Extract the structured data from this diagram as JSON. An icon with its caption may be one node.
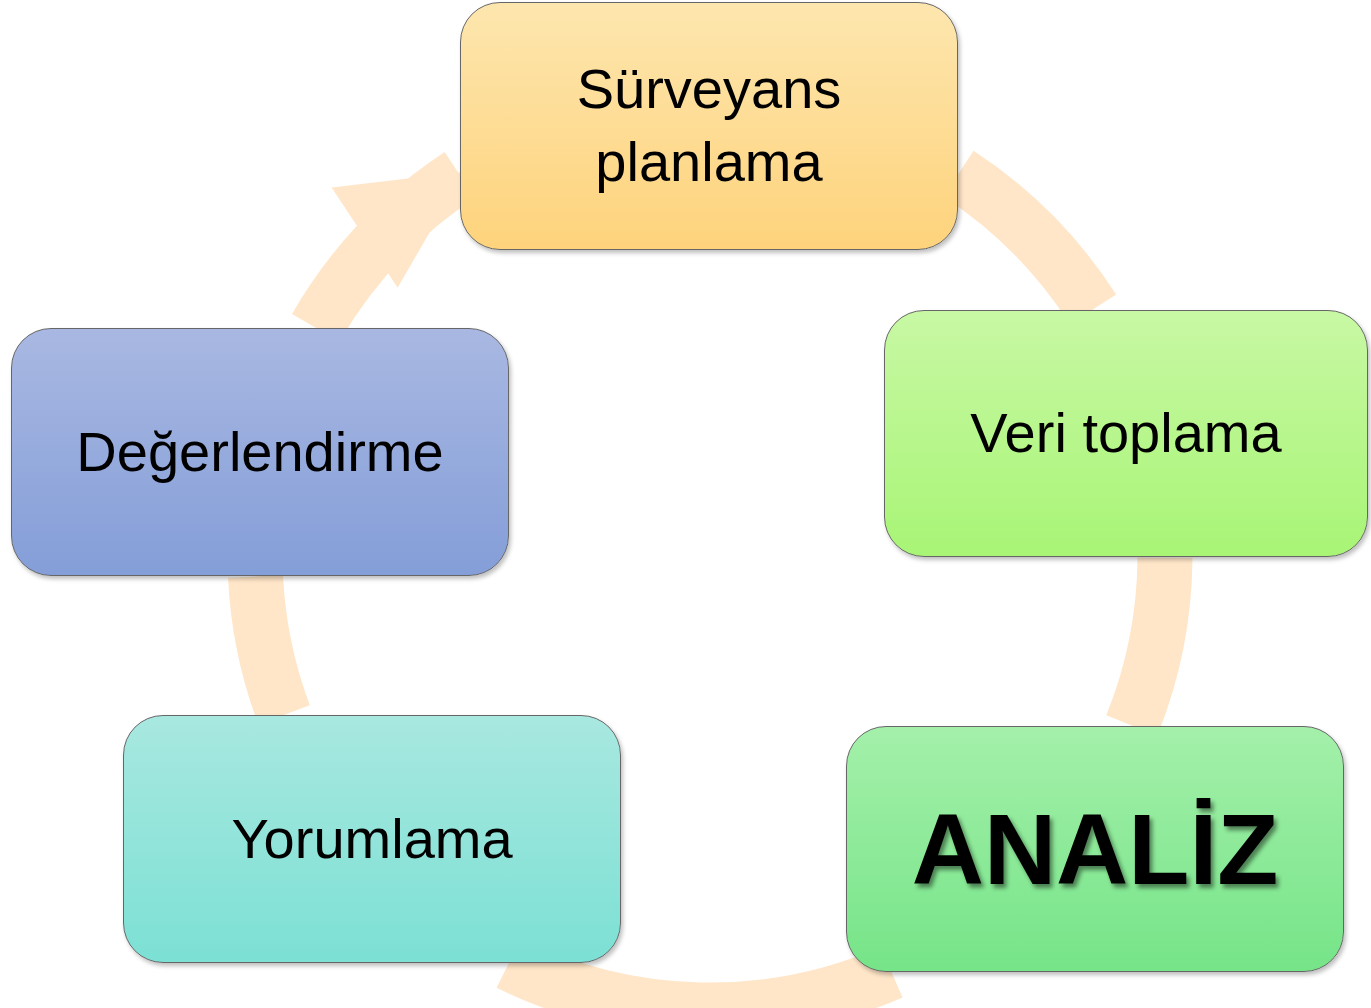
{
  "diagram": {
    "nodes": [
      {
        "text": [
          "Sürveyans planlama"
        ]
      },
      {
        "text": [
          "Veri toplama"
        ]
      },
      {
        "text": [
          "ANALİZ"
        ]
      },
      {
        "text": [
          "Yorumlama"
        ]
      },
      {
        "text": [
          "Değerlendirme"
        ]
      }
    ],
    "edges": [
      {
        "from": 0,
        "to": 1,
        "arrow": "none"
      },
      {
        "from": 1,
        "to": 2,
        "arrow": "none"
      },
      {
        "from": 2,
        "to": 3,
        "arrow": "none"
      },
      {
        "from": 3,
        "to": 4,
        "arrow": "none"
      },
      {
        "from": 4,
        "to": 0,
        "arrow": "to"
      }
    ]
  }
}
